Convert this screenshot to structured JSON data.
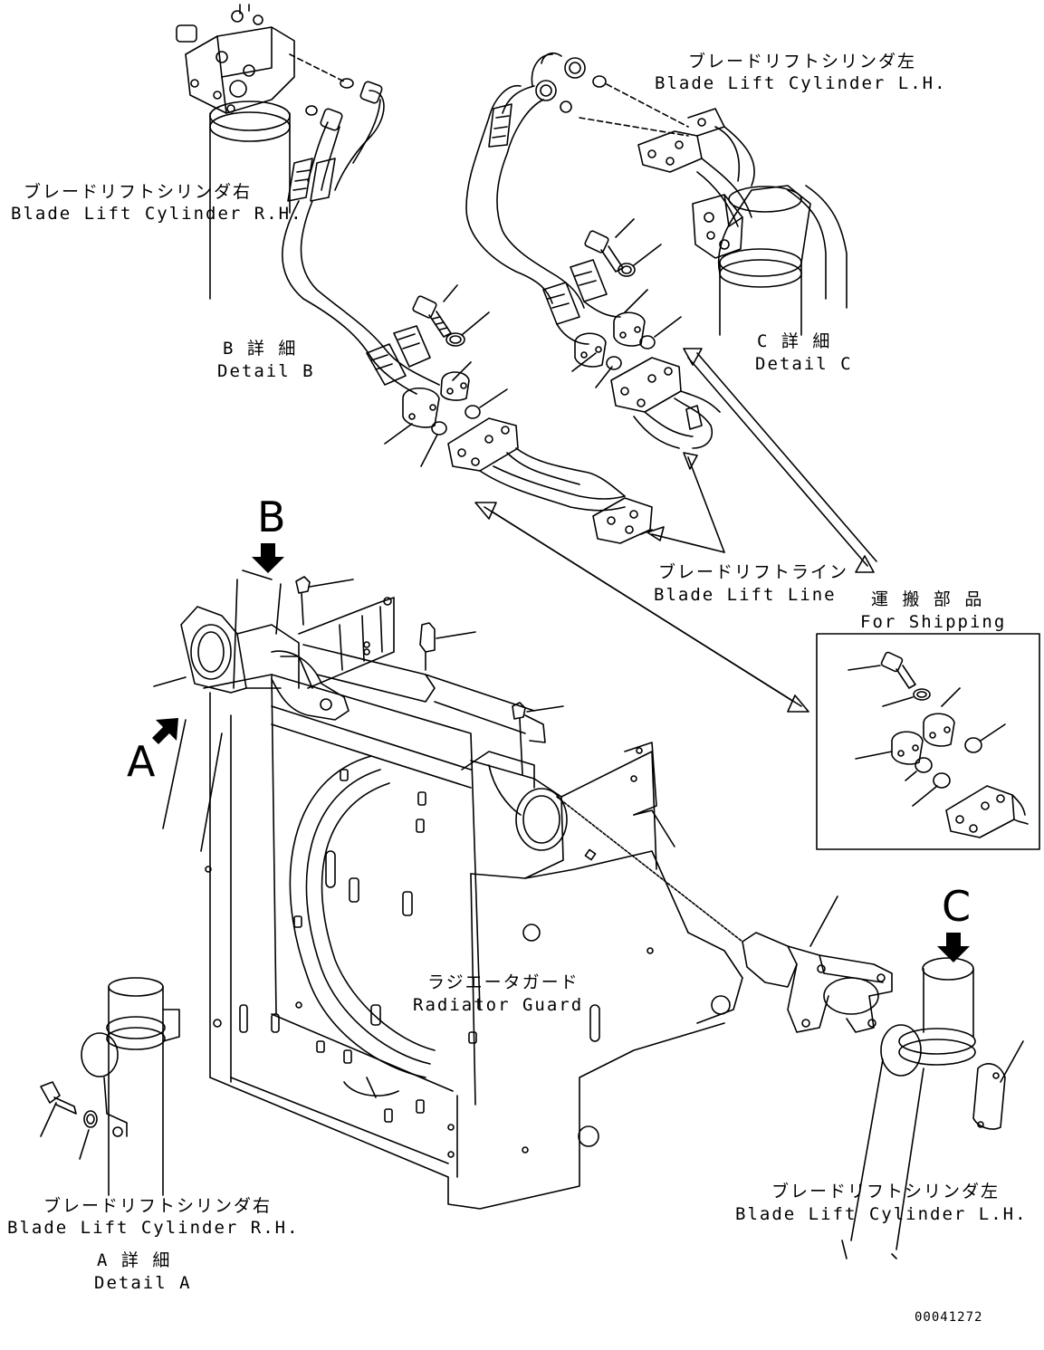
{
  "labels": {
    "cyl_lh_top_jp": "ブレードリフトシリンダ左",
    "cyl_lh_top_en": "Blade Lift Cylinder L.H.",
    "cyl_rh_top_jp": "ブレードリフトシリンダ右",
    "cyl_rh_top_en": "Blade Lift Cylinder R.H.",
    "detail_b_jp": "B 詳 細",
    "detail_b_en": "Detail B",
    "detail_c_jp": "C 詳 細",
    "detail_c_en": "Detail C",
    "lift_line_jp": "ブレードリフトライン",
    "lift_line_en": "Blade Lift Line",
    "shipping_jp": "運 搬 部 品",
    "shipping_en": "For Shipping",
    "radiator_jp": "ラジエータガード",
    "radiator_en": "Radiator Guard",
    "cyl_rh_bottom_jp": "ブレードリフトシリンダ右",
    "cyl_rh_bottom_en": "Blade Lift Cylinder R.H.",
    "detail_a_jp": "A 詳 細",
    "detail_a_en": "Detail A",
    "cyl_lh_bottom_jp": "ブレードリフトシリンダ左",
    "cyl_lh_bottom_en": "Blade Lift Cylinder L.H."
  },
  "view_letters": {
    "a": "A",
    "b": "B",
    "c": "C"
  },
  "drawing_number": "00041272",
  "icons": [
    "view-arrow-icon",
    "double-arrow-icon",
    "bolt-icon",
    "o-ring-icon",
    "split-flange-icon",
    "grease-fitting-icon"
  ]
}
